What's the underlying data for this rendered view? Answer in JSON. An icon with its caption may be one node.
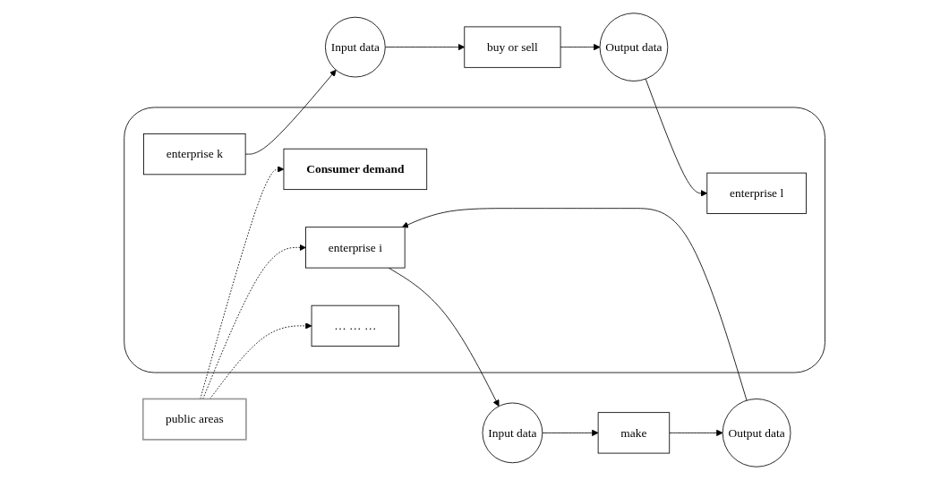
{
  "diagram": {
    "nodes": [
      {
        "text": [],
        "shape": "cylinder"
      },
      {
        "text": [
          "Consumer demand"
        ],
        "in": 0
      },
      {
        "text": [
          "enterprise i"
        ],
        "in": 0
      },
      {
        "text": [
          "… … …"
        ],
        "in": 0
      },
      {
        "text": [
          "enterprise k"
        ],
        "in": 0
      },
      {
        "text": [
          "enterprise l"
        ],
        "in": 0
      },
      {
        "text": [
          "public areas"
        ]
      },
      {
        "text": [
          "Input data"
        ]
      },
      {
        "text": [
          "make"
        ]
      },
      {
        "text": [
          "Output data"
        ]
      },
      {
        "text": [
          "Input data"
        ]
      },
      {
        "text": [
          "buy or sell"
        ]
      },
      {
        "text": [
          "Output data"
        ]
      }
    ],
    "edges": [
      {
        "from": 6,
        "to": 1,
        "arrow": "to",
        "style": "dashed"
      },
      {
        "from": 6,
        "to": 2,
        "arrow": "to",
        "style": "dashed"
      },
      {
        "from": 6,
        "to": 3,
        "arrow": "to",
        "style": "dashed"
      },
      {
        "from": 2,
        "to": 7,
        "arrow": "to"
      },
      {
        "from": 7,
        "to": 8,
        "arrow": "to"
      },
      {
        "from": 8,
        "to": 9,
        "arrow": "to"
      },
      {
        "from": 9,
        "to": 2,
        "arrow": "to"
      },
      {
        "from": 4,
        "to": 10,
        "arrow": "to"
      },
      {
        "from": 10,
        "to": 11,
        "arrow": "to"
      },
      {
        "from": 11,
        "to": 12,
        "arrow": "to"
      },
      {
        "from": 12,
        "to": 5,
        "arrow": "to"
      }
    ]
  }
}
